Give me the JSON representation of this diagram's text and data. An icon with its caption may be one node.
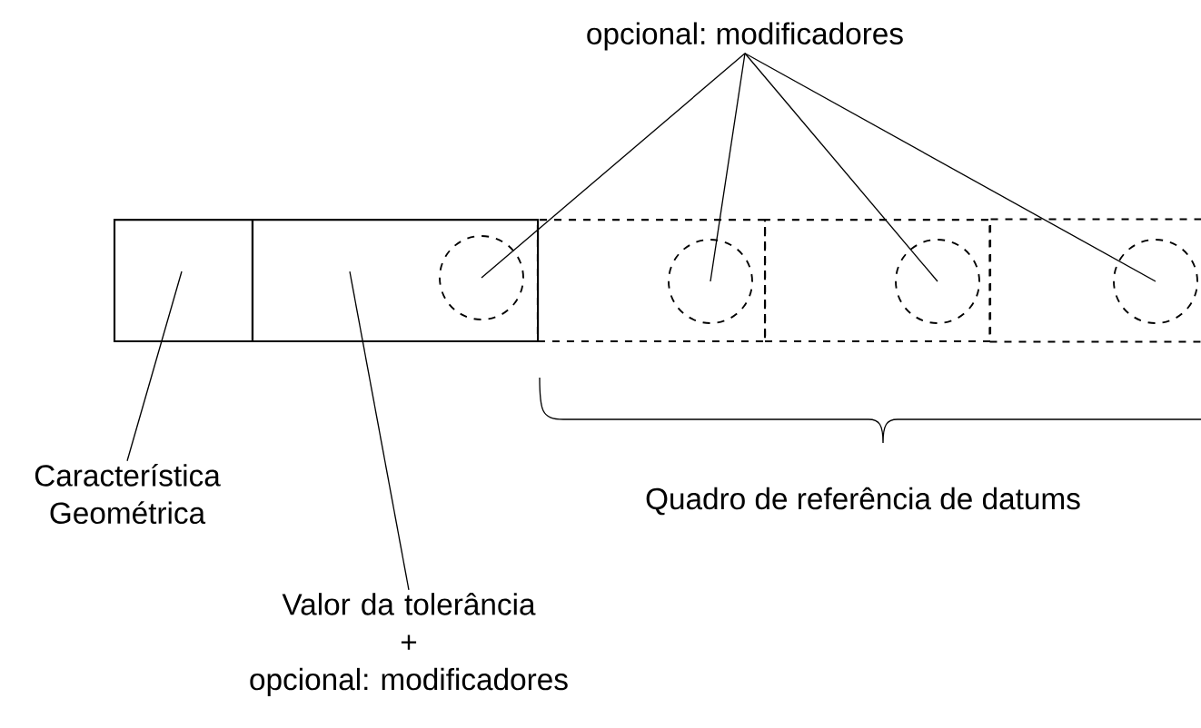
{
  "diagram": {
    "nodes": [
      {
        "text": [
          "opcional: modificadores"
        ]
      },
      {
        "text": [],
        "shape": "box"
      },
      {
        "text": [],
        "shape": "box"
      },
      {
        "text": [],
        "shape": "circle",
        "in": 2
      },
      {
        "text": [],
        "shape": "box"
      },
      {
        "text": [],
        "shape": "circle",
        "in": 4
      },
      {
        "text": [],
        "shape": "box"
      },
      {
        "text": [],
        "shape": "circle",
        "in": 6
      },
      {
        "text": [],
        "shape": "box"
      },
      {
        "text": [],
        "shape": "circle",
        "in": 8
      },
      {
        "text": [
          "Característica Geométrica"
        ]
      },
      {
        "text": [
          "Valor da tolerância",
          "+",
          "opcional: modificadores"
        ]
      }
    ],
    "edges": [
      {
        "from": 0,
        "to": 3,
        "arrow": "none"
      },
      {
        "from": 0,
        "to": 5,
        "arrow": "none"
      },
      {
        "from": 0,
        "to": 7,
        "arrow": "none"
      },
      {
        "from": 0,
        "to": 9,
        "arrow": "none"
      },
      {
        "from": 10,
        "to": 1,
        "arrow": "none"
      },
      {
        "from": 11,
        "to": 2,
        "arrow": "none"
      }
    ],
    "labels": [
      "Quadro de referência de datums"
    ]
  }
}
